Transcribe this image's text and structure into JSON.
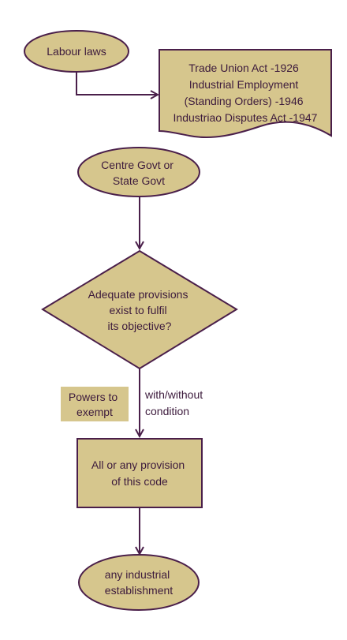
{
  "colors": {
    "fill": "#d6c68d",
    "stroke": "#4a1f4a",
    "text": "#3c1a3c"
  },
  "nodes": {
    "labour_laws": {
      "lines": [
        "Labour laws"
      ]
    },
    "acts_document": {
      "lines": [
        "Trade Union Act -1926",
        "Industrial Employment",
        "(Standing Orders) -1946",
        "Industriao Disputes Act -1947"
      ]
    },
    "government": {
      "lines": [
        "Centre Govt or",
        "State Govt"
      ]
    },
    "decision": {
      "lines": [
        "Adequate provisions",
        "exist to fulfil",
        "its objective?"
      ]
    },
    "powers_note": {
      "lines": [
        "Powers to",
        "exempt"
      ]
    },
    "edge_label": {
      "lines": [
        "with/without",
        "condition"
      ]
    },
    "provision_box": {
      "lines": [
        "All or any provision",
        "of this code"
      ]
    },
    "establishment": {
      "lines": [
        "any industrial",
        "establishment"
      ]
    }
  }
}
